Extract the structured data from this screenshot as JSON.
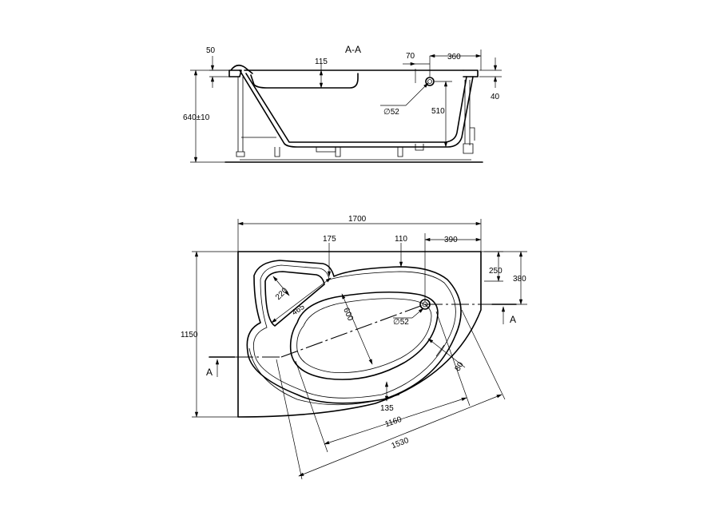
{
  "section": {
    "label": "A-A",
    "dims": {
      "rim_width": "50",
      "step_depth": "115",
      "drain_offset": "70",
      "drain_distance": "360",
      "rim_height": "40",
      "overflow_height": "510",
      "height": "640±10",
      "overflow_diameter": "∅52"
    }
  },
  "plan": {
    "cut_marker": "A",
    "dims": {
      "length": "1700",
      "head_offset": "175",
      "top_offset": "110",
      "drain_x": "390",
      "drain_y_inner": "250",
      "drain_y_outer": "380",
      "width": "1150",
      "seat_width": "220",
      "seat_length": "465",
      "inner_width": "600",
      "overflow_diameter": "∅52",
      "rim_offset": "80",
      "bottom_offset": "135",
      "inner_length": "1160",
      "outer_length": "1530"
    }
  }
}
